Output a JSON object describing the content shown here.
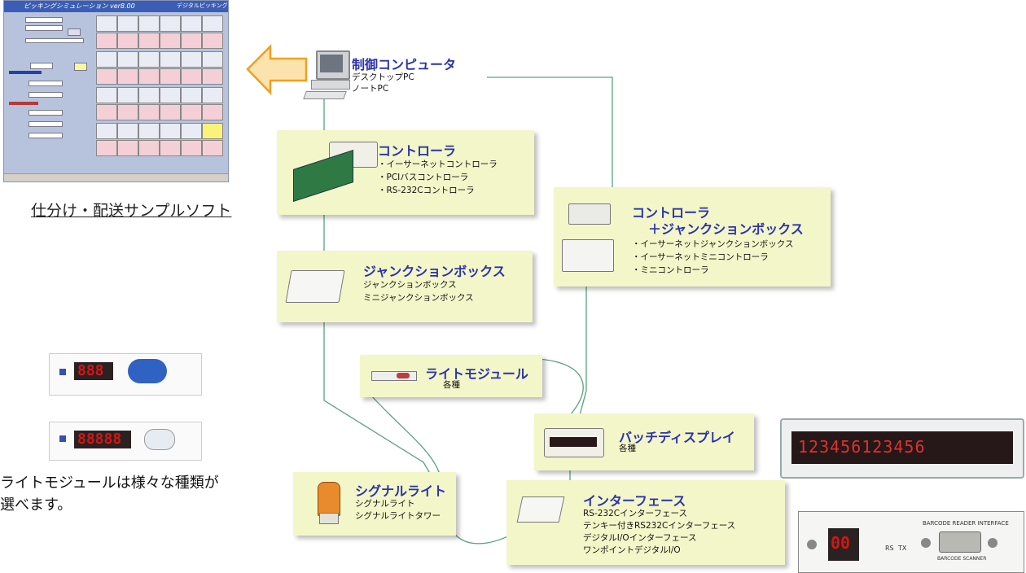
{
  "software": {
    "window_title": "ピッキングシミュレーション ver8.00",
    "window_title_right": "デジタルピッキング",
    "caption": "仕分け・配送サンプルソフト"
  },
  "nodes": {
    "computer": {
      "title": "制御コンピュータ",
      "items": [
        "デスクトップPC",
        "ノートPC"
      ]
    },
    "controller": {
      "title": "コントローラ",
      "items": [
        "・イーサーネットコントローラ",
        "・PCIバスコントローラ",
        "・RS-232Cコントローラ"
      ]
    },
    "controller_jb": {
      "title": "コントローラ",
      "title2": "＋ジャンクションボックス",
      "items": [
        "・イーサーネットジャンクションボックス",
        "・イーサーネットミニコントローラ",
        "・ミニコントローラ"
      ]
    },
    "junction": {
      "title": "ジャンクションボックス",
      "items": [
        "ジャンクションボックス",
        "ミニジャンクションボックス"
      ]
    },
    "light_module": {
      "title": "ライトモジュール",
      "items": [
        "各種"
      ]
    },
    "batch_display": {
      "title": "バッチディスプレイ",
      "items": [
        "各種"
      ]
    },
    "signal_light": {
      "title": "シグナルライト",
      "items": [
        "シグナルライト",
        "シグナルライトタワー"
      ]
    },
    "interface": {
      "title": "インターフェース",
      "items": [
        "RS-232Cインターフェース",
        "テンキー付きRS232Cインターフェース",
        "デジタルI/Oインターフェース",
        "ワンポイントデジタルI/O"
      ]
    }
  },
  "note": [
    "ライトモジュールは様々な種類が",
    "選べます。"
  ],
  "display_panel": {
    "digits": "123456123456"
  },
  "light_modules": {
    "small_digits": "888",
    "large_digits": "88888"
  },
  "barcode_panel": {
    "title": "BARCODE READER INTERFACE",
    "digits": "00",
    "rs": "RS",
    "tx": "TX",
    "scanner": "BARCODE SCANNER"
  },
  "colors": {
    "box": "#f3f6c8",
    "title": "#2c33a8",
    "line": "#5aa080",
    "arrow": "#f2a320",
    "led": "#d41515"
  }
}
